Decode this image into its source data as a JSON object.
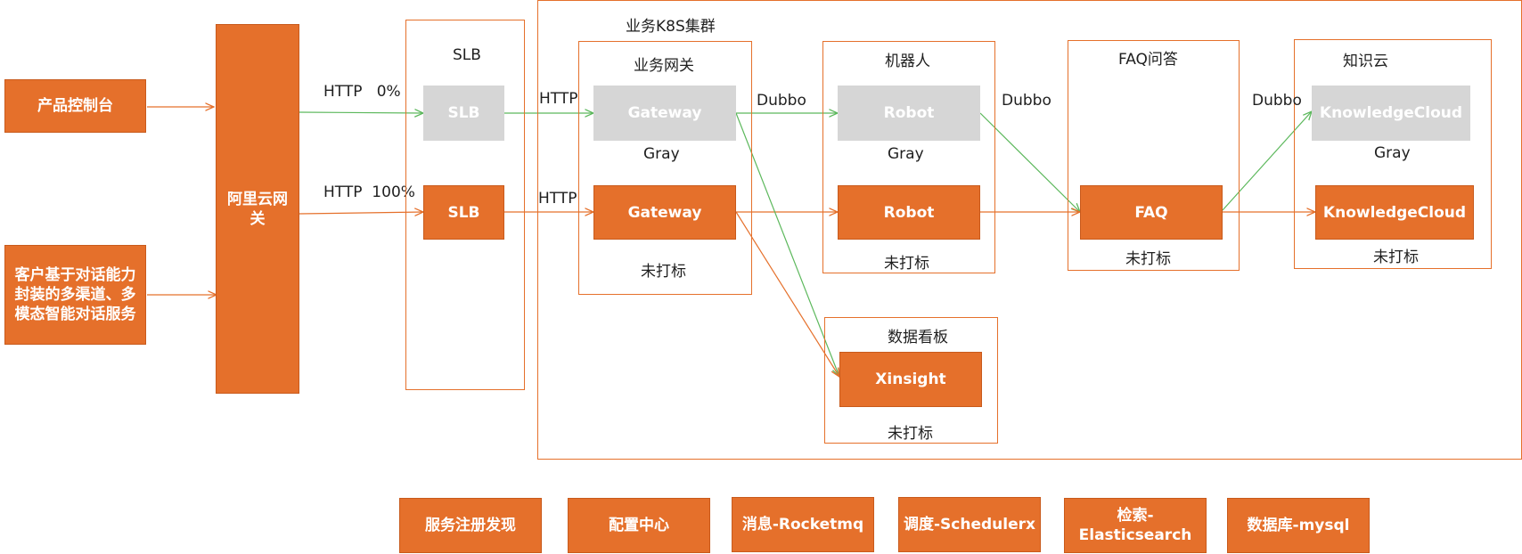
{
  "colors": {
    "orange": "#e5702b",
    "gray": "#d6d6d6",
    "green": "#5cb85c",
    "text": "#1f1f1f"
  },
  "clients": {
    "console": "产品控制台",
    "customer": "客户基于对话能力封装的多渠道、多模态智能对话服务"
  },
  "gateway_aliyun": "阿里云网关",
  "slb_group": {
    "title": "SLB",
    "gray_node": "SLB",
    "main_node": "SLB"
  },
  "http_labels": {
    "gray_traffic": "HTTP   0%",
    "main_traffic": "HTTP  100%",
    "gateway_gray": "HTTP",
    "gateway_main": "HTTP"
  },
  "cluster": {
    "title": "业务K8S集群"
  },
  "biz_gateway": {
    "title": "业务网关",
    "gray_node": "Gateway",
    "gray_tag": "Gray",
    "main_node": "Gateway",
    "main_tag": "未打标"
  },
  "robot": {
    "title": "机器人",
    "gray_node": "Robot",
    "gray_tag": "Gray",
    "main_node": "Robot",
    "main_tag": "未打标"
  },
  "faq": {
    "title": "FAQ问答",
    "main_node": "FAQ",
    "main_tag": "未打标"
  },
  "knowledge": {
    "title": "知识云",
    "gray_node": "KnowledgeCloud",
    "gray_tag": "Gray",
    "main_node": "KnowledgeCloud",
    "main_tag": "未打标"
  },
  "dashboard": {
    "title": "数据看板",
    "main_node": "Xinsight",
    "main_tag": "未打标"
  },
  "dubbo_labels": {
    "gw_robot": "Dubbo",
    "robot_faq": "Dubbo",
    "faq_kc": "Dubbo"
  },
  "infra": [
    "服务注册发现",
    "配置中心",
    "消息-Rocketmq",
    "调度-Schedulerx",
    "检索-Elasticsearch",
    "数据库-mysql"
  ]
}
